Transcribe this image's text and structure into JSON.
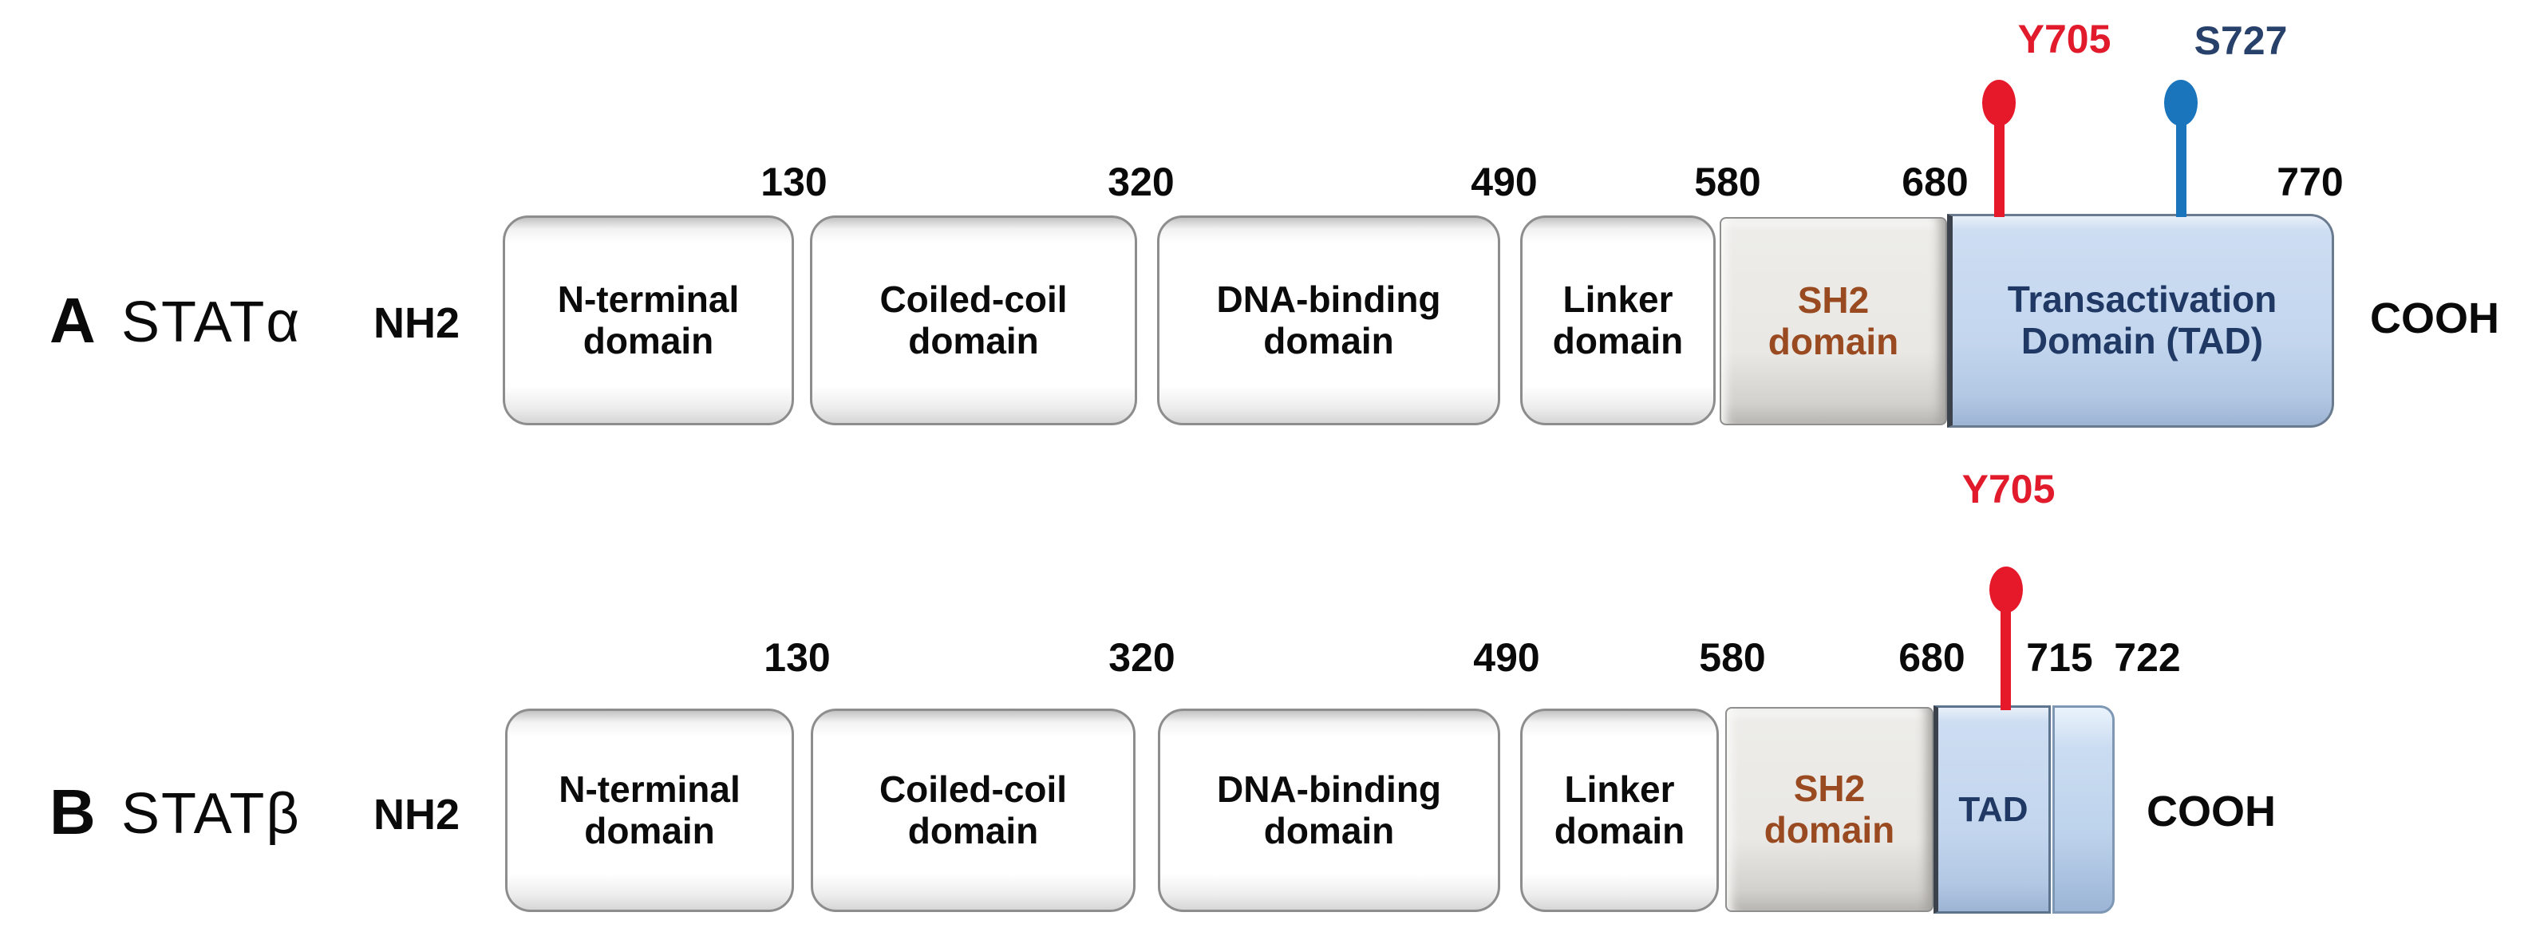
{
  "figure_type": "protein-domain-diagram",
  "colors": {
    "phospho_red": "#e6192b",
    "phospho_red_text": "#e11b2c",
    "phospho_blue": "#1b75bc",
    "phospho_blue_text": "#27416b",
    "tad_fill": "#c3d6ee",
    "tad_text": "#1f3864",
    "sh2_fill": "#e9e8e4",
    "sh2_text": "#9a4a20",
    "domain_box_fill": "#ffffff",
    "text_black": "#0a0a0a"
  },
  "panels": [
    {
      "label": "A",
      "protein": "STATα",
      "n_terminus": "NH2",
      "c_terminus": "COOH",
      "residue_markers": [
        "130",
        "320",
        "490",
        "580",
        "680",
        "770"
      ],
      "domains": [
        {
          "name": "N-terminal domain",
          "end_position": "130"
        },
        {
          "name": "Coiled-coil domain",
          "end_position": "320"
        },
        {
          "name": "DNA-binding domain",
          "end_position": "490"
        },
        {
          "name": "Linker domain",
          "end_position": "580"
        },
        {
          "name": "SH2 domain",
          "end_position": "680"
        },
        {
          "name": "Transactivation Domain (TAD)",
          "end_position": "770"
        }
      ],
      "phosphorylation_sites": [
        {
          "label": "Y705",
          "color": "#e6192b"
        },
        {
          "label": "S727",
          "color": "#1b75bc"
        }
      ]
    },
    {
      "label": "B",
      "protein": "STATβ",
      "n_terminus": "NH2",
      "c_terminus": "COOH",
      "residue_markers": [
        "130",
        "320",
        "490",
        "580",
        "680",
        "715",
        "722"
      ],
      "domains": [
        {
          "name": "N-terminal domain",
          "end_position": "130"
        },
        {
          "name": "Coiled-coil domain",
          "end_position": "320"
        },
        {
          "name": "DNA-binding domain",
          "end_position": "490"
        },
        {
          "name": "Linker domain",
          "end_position": "580"
        },
        {
          "name": "SH2 domain",
          "end_position": "680"
        },
        {
          "name": "TAD",
          "end_position": "715"
        },
        {
          "name": "",
          "end_position": "722"
        }
      ],
      "phosphorylation_sites": [
        {
          "label": "Y705",
          "color": "#e6192b"
        }
      ]
    }
  ]
}
